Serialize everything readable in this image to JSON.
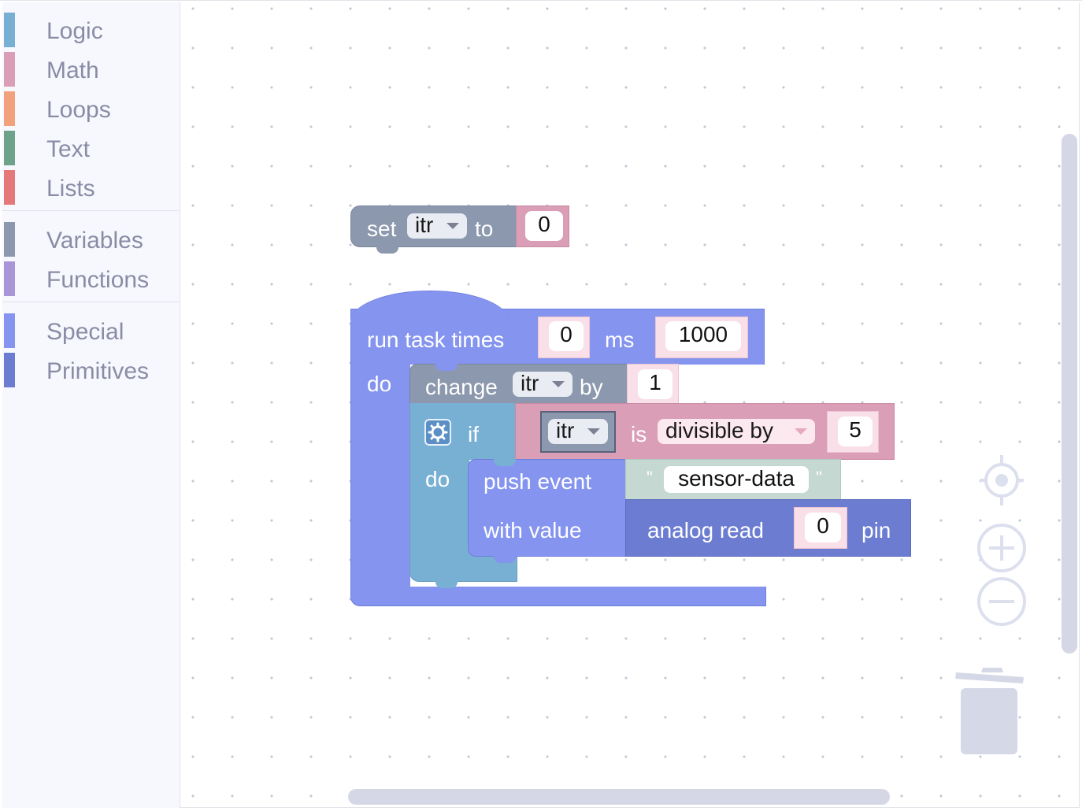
{
  "toolbox": {
    "categories": [
      {
        "label": "Logic",
        "color": "#78b0d4"
      },
      {
        "label": "Math",
        "color": "#db9eb7"
      },
      {
        "label": "Loops",
        "color": "#f1a27c"
      },
      {
        "label": "Text",
        "color": "#6fa28a"
      },
      {
        "label": "Lists",
        "color": "#e57979"
      },
      {
        "label": "Variables",
        "color": "#8c98ad"
      },
      {
        "label": "Functions",
        "color": "#a996d8"
      },
      {
        "label": "Special",
        "color": "#8494ef"
      },
      {
        "label": "Primitives",
        "color": "#6c7dd1"
      }
    ]
  },
  "blocks": {
    "set": {
      "keyword": "set",
      "variable": "itr",
      "to": "to",
      "value": "0"
    },
    "run_task": {
      "label": "run task times",
      "times": "0",
      "ms_label": "ms",
      "ms": "1000",
      "do": "do"
    },
    "change": {
      "keyword": "change",
      "variable": "itr",
      "by": "by",
      "value": "1"
    },
    "if_block": {
      "keyword": "if",
      "do": "do",
      "variable": "itr",
      "is": "is",
      "op": "divisible by",
      "value": "5"
    },
    "push_event": {
      "label": "push event",
      "with_value": "with value",
      "quote_open": "\"",
      "event_name": "sensor-data",
      "quote_close": "\""
    },
    "analog_read": {
      "label": "analog read",
      "pin_value": "0",
      "pin": "pin"
    }
  },
  "colors": {
    "variables": "#8c98ad",
    "math": "#db9eb7",
    "special": "#8494ef",
    "primitives": "#6c7dd1",
    "logic": "#78b0d4",
    "text": "#c6d8d2"
  },
  "icons": {
    "recenter": "crosshair-icon",
    "zoom_in": "plus-circle-icon",
    "zoom_out": "minus-circle-icon",
    "trash": "trash-icon",
    "mutator": "gear-icon"
  }
}
